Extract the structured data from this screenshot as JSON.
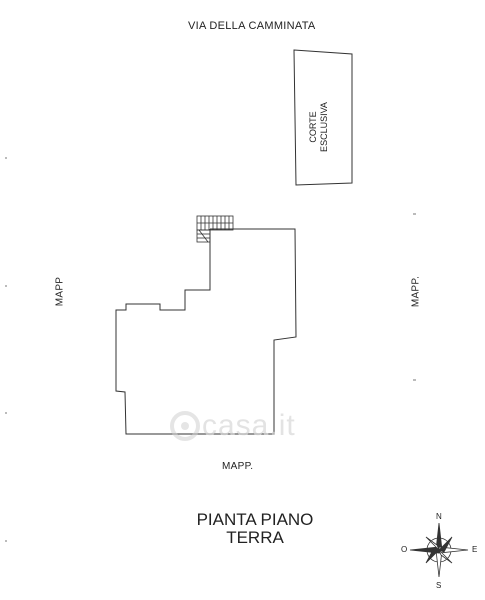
{
  "labels": {
    "street": "VIA DELLA CAMMINATA",
    "courtyard_line1": "CORTE",
    "courtyard_line2": "ESCLUSIVA",
    "left_parcel": "MAPP",
    "right_parcel": "MAPP.",
    "bottom_parcel": "MAPP."
  },
  "title": {
    "line1": "PIANTA PIANO",
    "line2": "TERRA"
  },
  "compass": {
    "north": "N",
    "south": "S",
    "east": "E",
    "west": "O"
  },
  "watermark": "casa.it",
  "colors": {
    "line": "#333333",
    "text": "#222222",
    "watermark": "#d8d8d8"
  }
}
